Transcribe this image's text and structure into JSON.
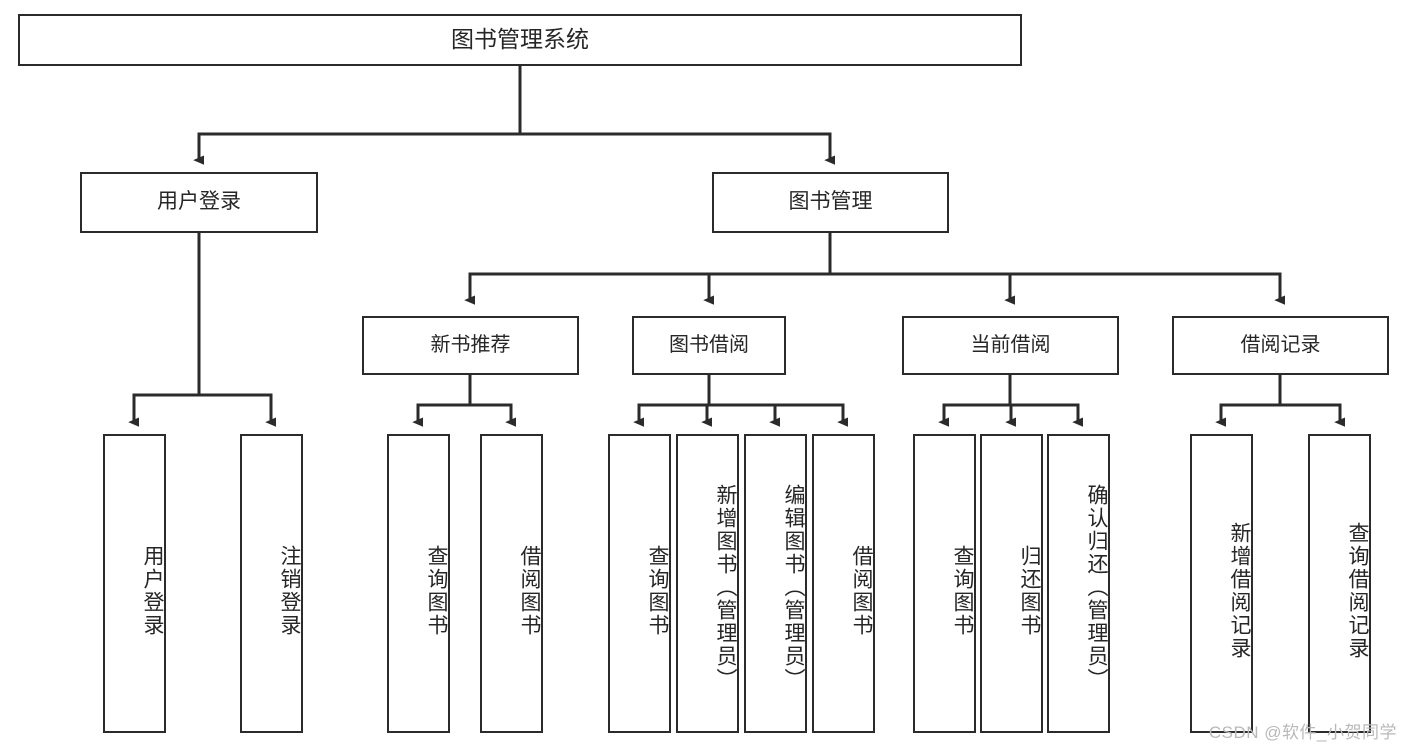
{
  "diagram": {
    "title": "图书管理系统",
    "type": "tree",
    "watermark": "CSDN @软件_小贺同学",
    "colors": {
      "box_border": "#2b2b2b",
      "box_fill": "#ffffff",
      "connector": "#2b2b2b",
      "text": "#262626",
      "watermark": "#b9b9b9"
    },
    "root": {
      "id": "root",
      "label": "图书管理系统"
    },
    "level2": [
      {
        "id": "user-login",
        "label": "用户登录"
      },
      {
        "id": "book-manage",
        "label": "图书管理"
      }
    ],
    "level3": [
      {
        "id": "new-book-recommend",
        "label": "新书推荐",
        "parent": "book-manage"
      },
      {
        "id": "book-borrow",
        "label": "图书借阅",
        "parent": "book-manage"
      },
      {
        "id": "current-borrow",
        "label": "当前借阅",
        "parent": "book-manage"
      },
      {
        "id": "borrow-record",
        "label": "借阅记录",
        "parent": "book-manage"
      }
    ],
    "leaves": {
      "user_login": [
        {
          "id": "leaf-user-login",
          "label": "用户登录"
        },
        {
          "id": "leaf-logout",
          "label": "注销登录"
        }
      ],
      "new_book_recommend": [
        {
          "id": "leaf-query-book-1",
          "label": "查询图书"
        },
        {
          "id": "leaf-borrow-book-1",
          "label": "借阅图书"
        }
      ],
      "book_borrow": [
        {
          "id": "leaf-query-book-2",
          "label": "查询图书"
        },
        {
          "id": "leaf-add-book",
          "label": "新增图书（管理员）"
        },
        {
          "id": "leaf-edit-book",
          "label": "编辑图书（管理员）"
        },
        {
          "id": "leaf-borrow-book-2",
          "label": "借阅图书"
        }
      ],
      "current_borrow": [
        {
          "id": "leaf-query-book-3",
          "label": "查询图书"
        },
        {
          "id": "leaf-return-book",
          "label": "归还图书"
        },
        {
          "id": "leaf-confirm-return",
          "label": "确认归还（管理员）"
        }
      ],
      "borrow_record": [
        {
          "id": "leaf-add-record",
          "label": "新增借阅记录"
        },
        {
          "id": "leaf-query-record",
          "label": "查询借阅记录"
        }
      ]
    }
  }
}
